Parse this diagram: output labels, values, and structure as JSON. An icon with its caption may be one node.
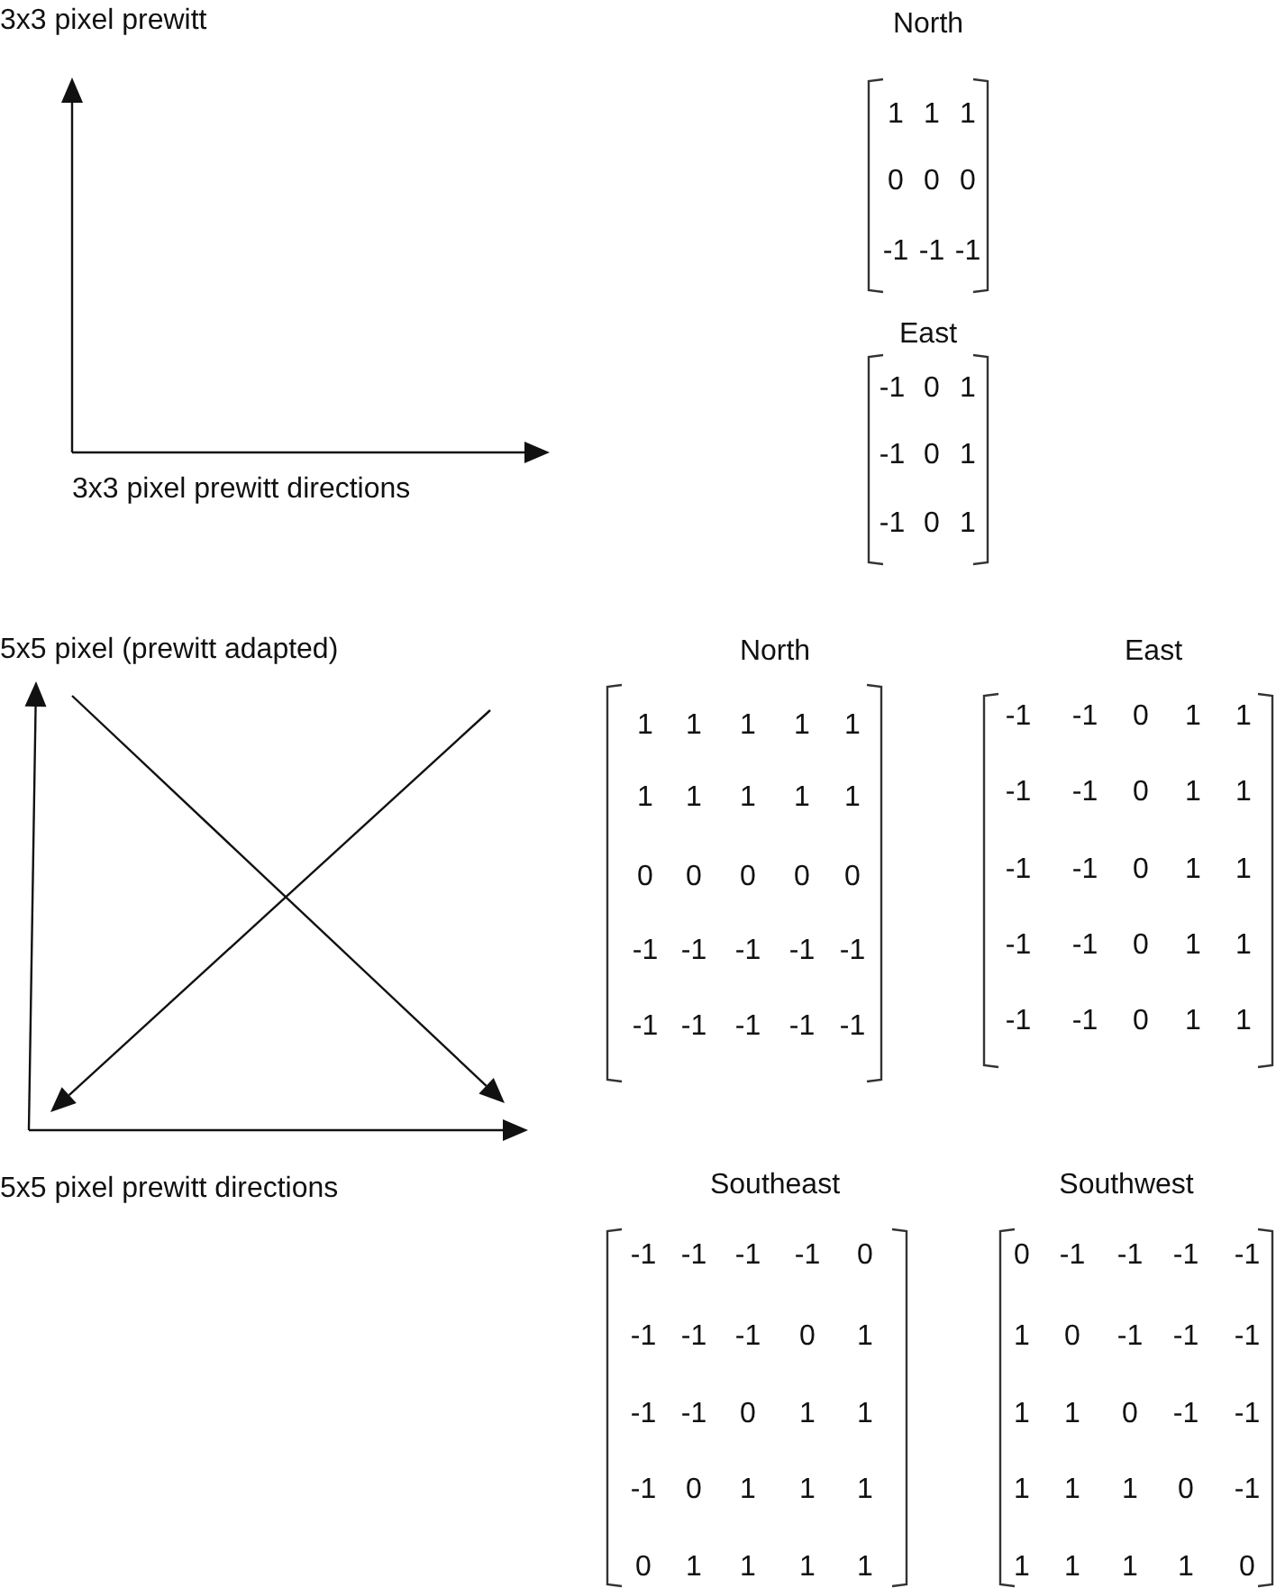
{
  "diagram": {
    "labels": [
      "3x3 pixel prewitt",
      "3x3 pixel prewitt directions",
      "North",
      "1",
      "1",
      "1",
      "0",
      "0",
      "0",
      "-1",
      "-1",
      "-1",
      "East",
      "-1",
      "0",
      "1",
      "-1",
      "0",
      "1",
      "-1",
      "0",
      "1",
      "5x5 pixel (prewitt adapted)",
      "5x5 pixel prewitt directions",
      "North",
      "1",
      "1",
      "1",
      "1",
      "1",
      "1",
      "1",
      "1",
      "1",
      "1",
      "0",
      "0",
      "0",
      "0",
      "0",
      "-1",
      "-1",
      "-1",
      "-1",
      "-1",
      "-1",
      "-1",
      "-1",
      "-1",
      "-1",
      "East",
      "-1",
      "-1",
      "0",
      "1",
      "1",
      "-1",
      "-1",
      "0",
      "1",
      "1",
      "-1",
      "-1",
      "0",
      "1",
      "1",
      "-1",
      "-1",
      "0",
      "1",
      "1",
      "-1",
      "-1",
      "0",
      "1",
      "1",
      "Southeast",
      "-1",
      "-1",
      "-1",
      "-1",
      "0",
      "-1",
      "-1",
      "-1",
      "0",
      "1",
      "-1",
      "-1",
      "0",
      "1",
      "1",
      "-1",
      "0",
      "1",
      "1",
      "1",
      "0",
      "1",
      "1",
      "1",
      "1",
      "Southwest",
      "0",
      "-1",
      "-1",
      "-1",
      "-1",
      "1",
      "0",
      "-1",
      "-1",
      "-1",
      "1",
      "1",
      "0",
      "-1",
      "-1",
      "1",
      "1",
      "1",
      "0",
      "-1",
      "1",
      "1",
      "1",
      "1",
      "0"
    ]
  }
}
